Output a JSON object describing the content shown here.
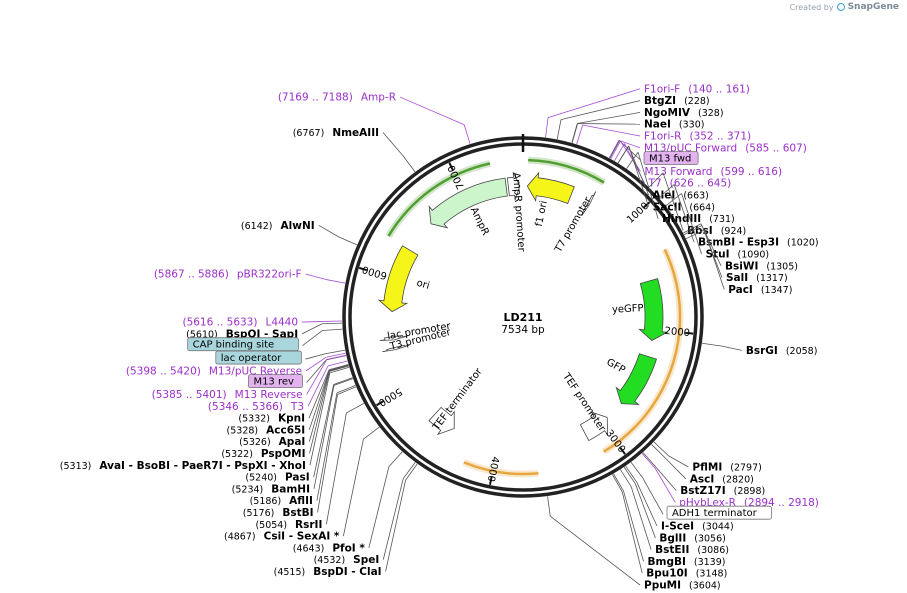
{
  "watermark": {
    "prefix": "Created by",
    "brand": "SnapGene"
  },
  "plasmid": {
    "name": "LD211",
    "length": 7534,
    "length_label": "7534 bp"
  },
  "ticks": [
    {
      "pos": 1000,
      "label": "1000"
    },
    {
      "pos": 2000,
      "label": "2000"
    },
    {
      "pos": 3000,
      "label": "3000"
    },
    {
      "pos": 4000,
      "label": "4000"
    },
    {
      "pos": 5000,
      "label": "5000"
    },
    {
      "pos": 6000,
      "label": "6000"
    },
    {
      "pos": 7000,
      "label": "7000"
    }
  ],
  "enzymes": [
    {
      "name": "BtgZI",
      "pos": "(228)",
      "site": 228
    },
    {
      "name": "NgoMIV",
      "pos": "(328)",
      "site": 328
    },
    {
      "name": "NaeI",
      "pos": "(330)",
      "site": 330
    },
    {
      "name": "AleI",
      "pos": "(663)",
      "site": 663
    },
    {
      "name": "SacII",
      "pos": "(664)",
      "site": 664
    },
    {
      "name": "HindIII",
      "pos": "(731)",
      "site": 731
    },
    {
      "name": "BbsI",
      "pos": "(924)",
      "site": 924
    },
    {
      "name": "BsmBI - Esp3I",
      "pos": "(1020)",
      "site": 1020
    },
    {
      "name": "StuI",
      "pos": "(1090)",
      "site": 1090
    },
    {
      "name": "BsiWI",
      "pos": "(1305)",
      "site": 1305
    },
    {
      "name": "SalI",
      "pos": "(1317)",
      "site": 1317
    },
    {
      "name": "PacI",
      "pos": "(1347)",
      "site": 1347
    },
    {
      "name": "BsrGI",
      "pos": "(2058)",
      "site": 2058
    },
    {
      "name": "PflMI",
      "pos": "(2797)",
      "site": 2797
    },
    {
      "name": "AscI",
      "pos": "(2820)",
      "site": 2820
    },
    {
      "name": "BstZ17I",
      "pos": "(2898)",
      "site": 2898
    },
    {
      "name": "I-SceI",
      "pos": "(3044)",
      "site": 3044
    },
    {
      "name": "BglII",
      "pos": "(3056)",
      "site": 3056
    },
    {
      "name": "BstEII",
      "pos": "(3086)",
      "site": 3086
    },
    {
      "name": "BmgBI",
      "pos": "(3139)",
      "site": 3139
    },
    {
      "name": "Bpu10I",
      "pos": "(3148)",
      "site": 3148
    },
    {
      "name": "PpuMI",
      "pos": "(3604)",
      "site": 3604
    },
    {
      "name": "BspDI - ClaI",
      "pos": "(4515)",
      "site": 4515
    },
    {
      "name": "SpeI",
      "pos": "(4532)",
      "site": 4532
    },
    {
      "name": "PfoI *",
      "pos": "(4643)",
      "site": 4643
    },
    {
      "name": "CsiI - SexAI *",
      "pos": "(4867)",
      "site": 4867
    },
    {
      "name": "RsrII",
      "pos": "(5054)",
      "site": 5054
    },
    {
      "name": "BstBI",
      "pos": "(5176)",
      "site": 5176
    },
    {
      "name": "AflII",
      "pos": "(5186)",
      "site": 5186
    },
    {
      "name": "BamHI",
      "pos": "(5234)",
      "site": 5234
    },
    {
      "name": "PasI",
      "pos": "(5240)",
      "site": 5240
    },
    {
      "name": "AvaI - BsoBI - PaeR7I - PspXI - XhoI",
      "pos": "(5313)",
      "site": 5313
    },
    {
      "name": "PspOMI",
      "pos": "(5322)",
      "site": 5322
    },
    {
      "name": "ApaI",
      "pos": "(5326)",
      "site": 5326
    },
    {
      "name": "Acc65I",
      "pos": "(5328)",
      "site": 5328
    },
    {
      "name": "KpnI",
      "pos": "(5332)",
      "site": 5332
    },
    {
      "name": "BspQI - SapI",
      "pos": "(5610)",
      "site": 5610
    },
    {
      "name": "AlwNI",
      "pos": "(6142)",
      "site": 6142
    },
    {
      "name": "NmeAIII",
      "pos": "(6767)",
      "site": 6767
    }
  ],
  "primers": [
    {
      "name": "F1ori-F",
      "range": "(140 .. 161)",
      "site": 150
    },
    {
      "name": "Amp-R",
      "range": "(7169 .. 7188)",
      "site": 7178
    },
    {
      "name": "F1ori-R",
      "range": "(352 .. 371)",
      "site": 361
    },
    {
      "name": "M13/pUC Forward",
      "range": "(585 .. 607)",
      "site": 596
    },
    {
      "name": "M13 Forward",
      "range": "(599 .. 616)",
      "site": 607
    },
    {
      "name": "T7",
      "range": "(626 .. 645)",
      "site": 635
    },
    {
      "name": "pHybLex-R",
      "range": "(2894 .. 2918)",
      "site": 2906
    },
    {
      "name": "pBR322ori-F",
      "range": "(5867 .. 5886)",
      "site": 5876
    },
    {
      "name": "L4440",
      "range": "(5616 .. 5633)",
      "site": 5624
    },
    {
      "name": "M13/pUC Reverse",
      "range": "(5398 .. 5420)",
      "site": 5409
    },
    {
      "name": "M13 Reverse",
      "range": "(5385 .. 5401)",
      "site": 5393
    },
    {
      "name": "T3",
      "range": "(5346 .. 5366)",
      "site": 5356
    }
  ],
  "boxed_features": [
    {
      "name": "M13 fwd",
      "style": "purple",
      "site": 600
    },
    {
      "name": "ADH1 terminator",
      "style": "white",
      "site": 3000
    },
    {
      "name": "CAP binding site",
      "style": "teal",
      "site": 5570
    },
    {
      "name": "lac operator",
      "style": "teal",
      "site": 5430
    },
    {
      "name": "M13 rev",
      "style": "purple",
      "site": 5395
    }
  ],
  "features": [
    {
      "name": "f1 ori",
      "start": 40,
      "end": 450,
      "color": "#f5f51a",
      "strand": -1
    },
    {
      "name": "AmpR promoter",
      "start": 7400,
      "end": 7505,
      "color": "#ffffff",
      "strand": 1
    },
    {
      "name": "AmpR",
      "start": 6600,
      "end": 7380,
      "color": "#ccf5cc",
      "strand": -1
    },
    {
      "name": "ori",
      "start": 5700,
      "end": 6290,
      "color": "#f5f51a",
      "strand": -1
    },
    {
      "name": "lac promoter",
      "start": 5440,
      "end": 5470,
      "color": "#ffffff",
      "strand": -1
    },
    {
      "name": "T3 promoter",
      "start": 5350,
      "end": 5370,
      "color": "#ffffff",
      "strand": -1
    },
    {
      "name": "T7 promoter",
      "start": 620,
      "end": 640,
      "color": "#ffffff",
      "strand": 1
    },
    {
      "name": "yeGFP",
      "start": 1550,
      "end": 2100,
      "color": "#22dd22",
      "strand": 1
    },
    {
      "name": "GFP",
      "start": 2250,
      "end": 2750,
      "color": "#22dd22",
      "strand": 1
    },
    {
      "name": "TEF promoter",
      "start": 2930,
      "end": 3180,
      "color": "#ffffff",
      "strand": -1
    },
    {
      "name": "TEF terminator",
      "start": 4430,
      "end": 4650,
      "color": "#ffffff",
      "strand": -1
    }
  ],
  "orfs": [
    {
      "start": 40,
      "end": 650,
      "color": "#4a9a2a",
      "strand": 1
    },
    {
      "start": 6300,
      "end": 7280,
      "color": "#4a9a2a",
      "strand": -1
    },
    {
      "start": 1350,
      "end": 3120,
      "color": "#e7a238",
      "strand": 1
    },
    {
      "start": 3650,
      "end": 4230,
      "color": "#e7a238",
      "strand": -1
    }
  ]
}
